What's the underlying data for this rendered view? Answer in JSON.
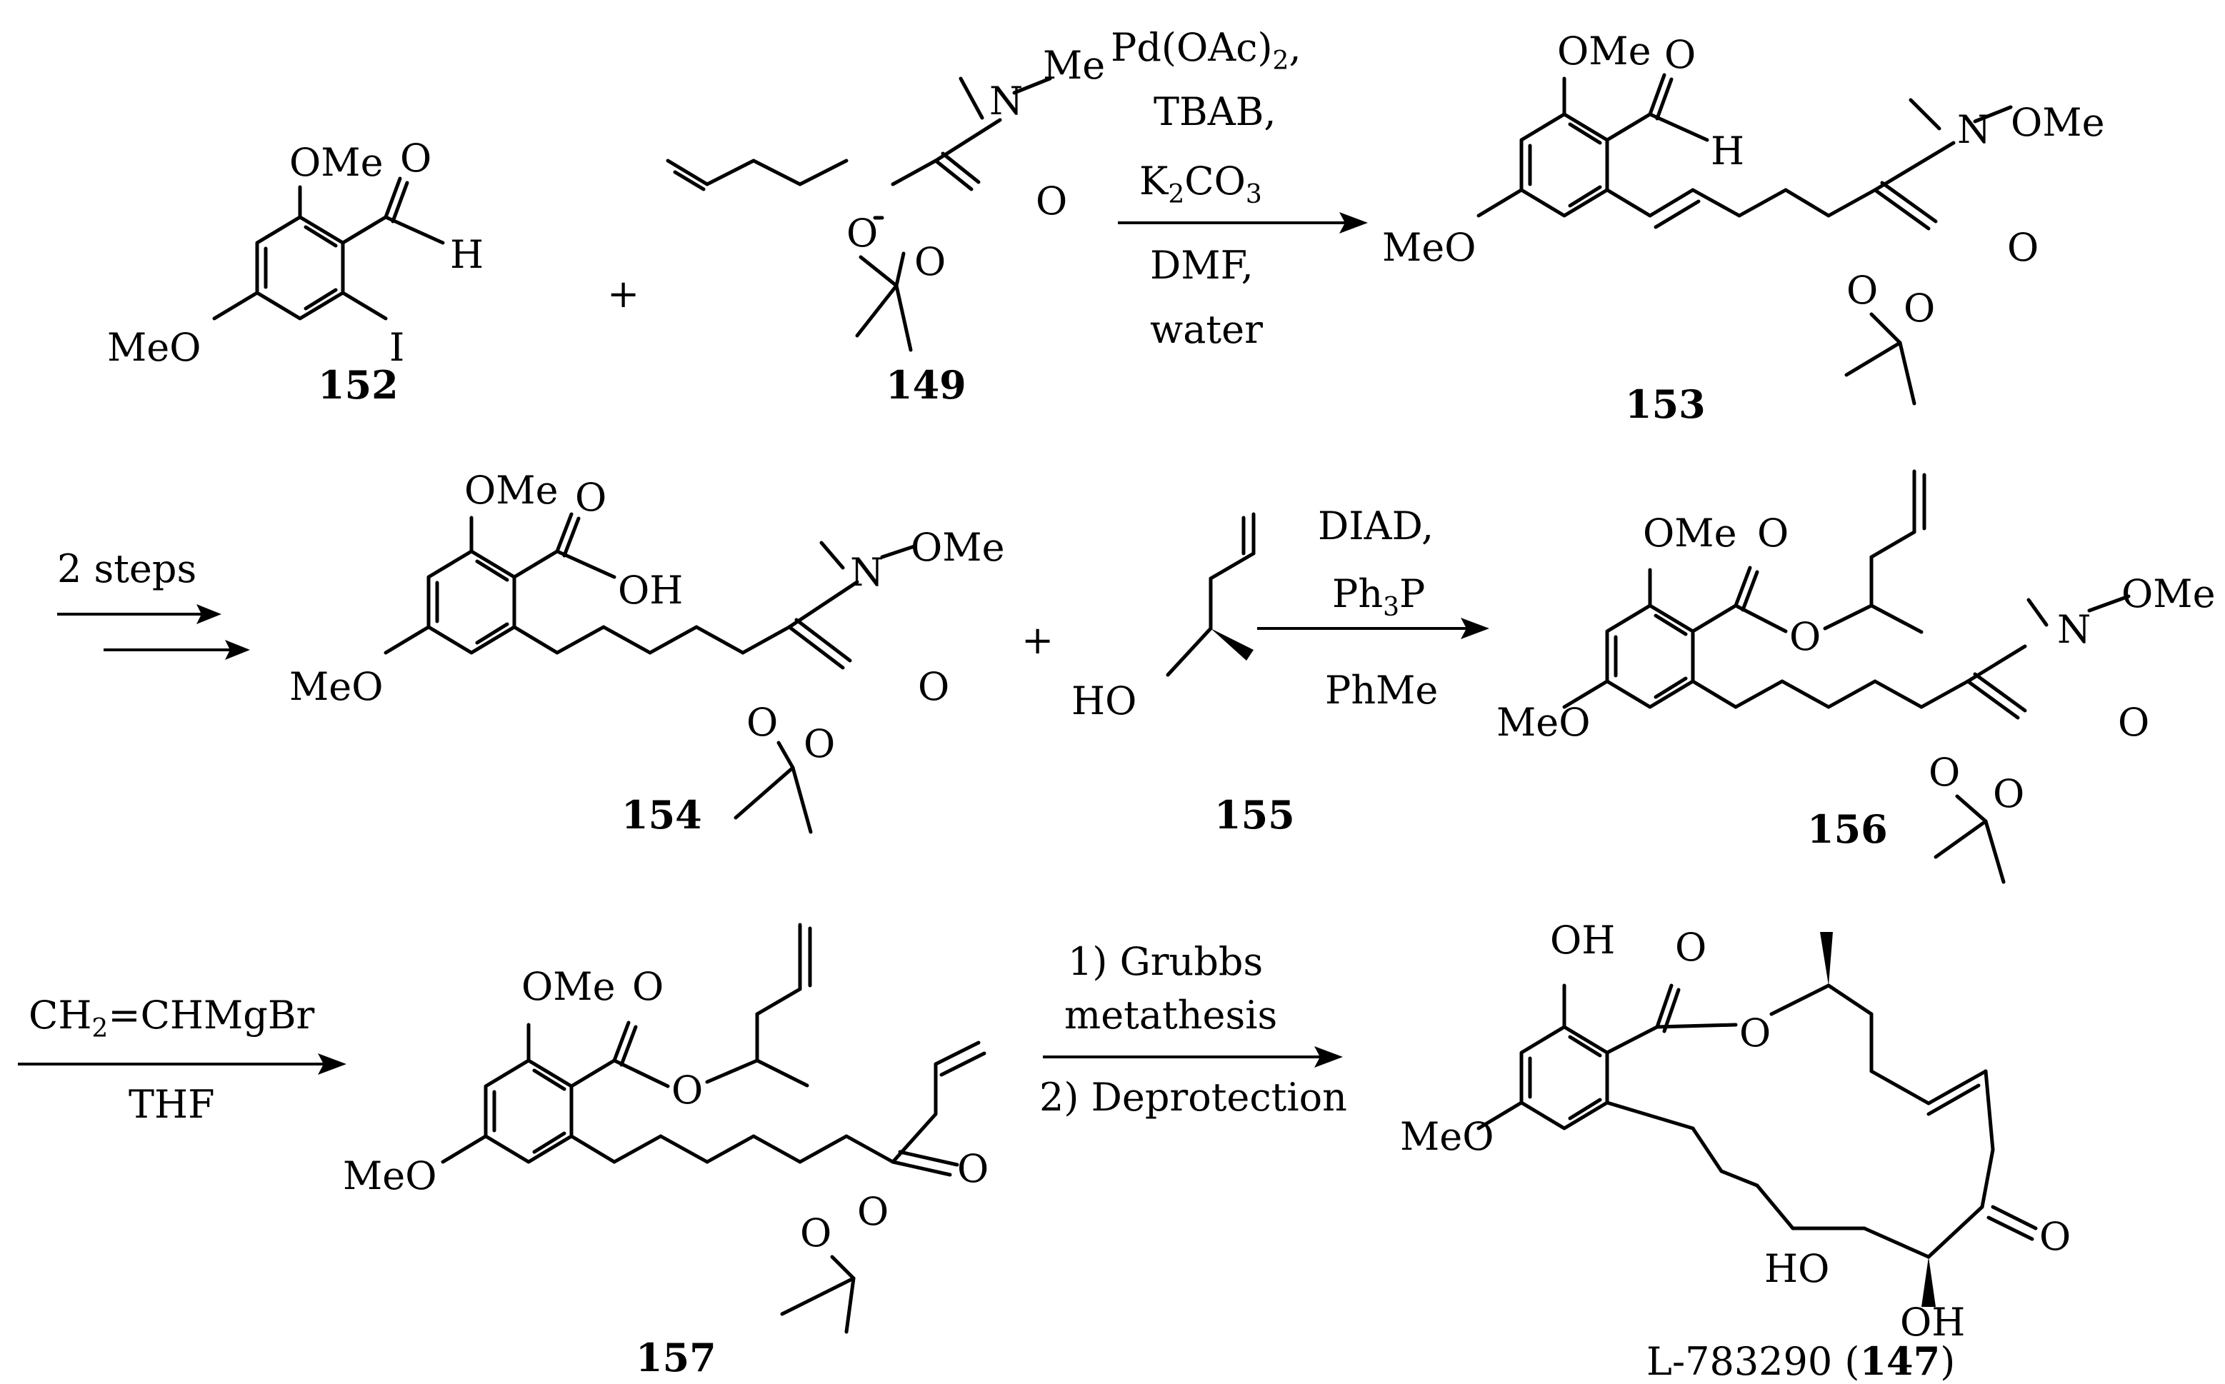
{
  "compounds": {
    "c152": "152",
    "c149": "149",
    "c153": "153",
    "c154": "154",
    "c155": "155",
    "c156": "156",
    "c157": "157",
    "product_prefix": "L-783290 (",
    "product_number": "147",
    "product_suffix": ")"
  },
  "atoms": {
    "ome": "OMe",
    "meo": "MeO",
    "o": "O",
    "h": "H",
    "i": "I",
    "n": "N",
    "me": "Me",
    "oh": "OH",
    "ho": "HO",
    "plus": "+"
  },
  "reagents": {
    "step1": [
      "Pd(OAc)",
      "2",
      ",",
      "TBAB,",
      "K",
      "2",
      "CO",
      "3",
      "DMF,",
      "water"
    ],
    "step2": "2 steps",
    "step3_line1": "DIAD,",
    "step3_ph": "Ph",
    "step3_sub": "3",
    "step3_p": "P",
    "step3_line3": "PhMe",
    "step4_ch": "CH",
    "step4_sub": "2",
    "step4_rest": "=CHMgBr",
    "step4_solvent": "THF",
    "step5_line1": "1) Grubbs",
    "step5_line2": "metathesis",
    "step5_line3": "2) Deprotection"
  }
}
